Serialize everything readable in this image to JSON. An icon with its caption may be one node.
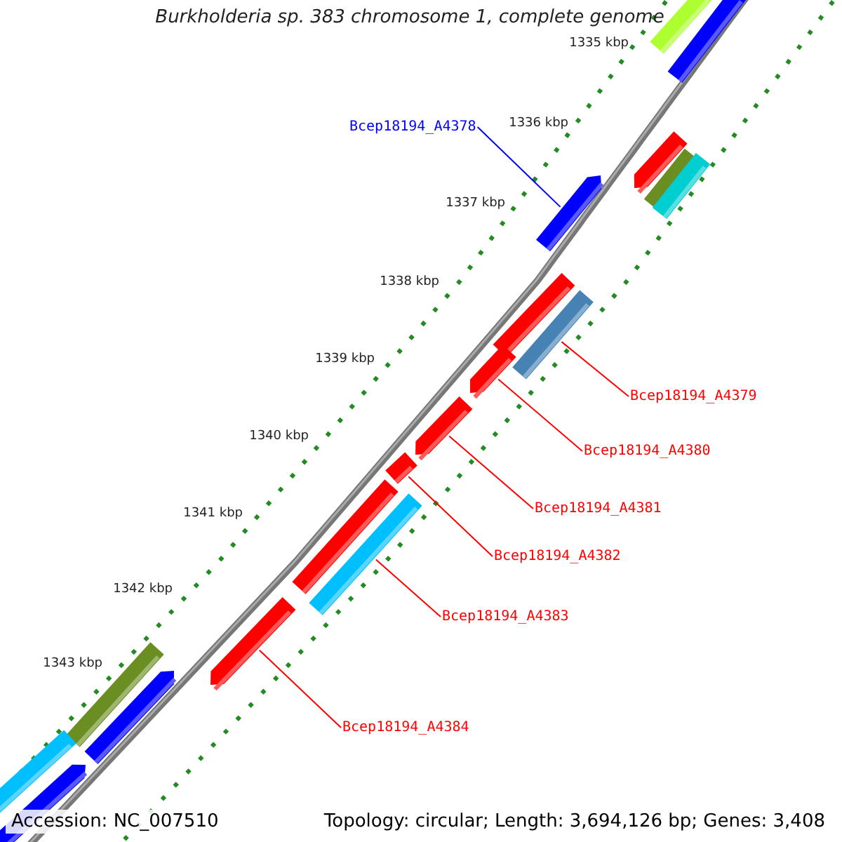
{
  "diagram": {
    "title": "Burkholderia sp. 383 chromosome 1, complete genome",
    "nodes": [
      {
        "text": [],
        "shape": "bar"
      },
      {
        "text": [],
        "shape": "bar"
      },
      {
        "text": [
          "Bcep18194_A4378"
        ]
      },
      {
        "text": [],
        "shape": "arrow"
      },
      {
        "text": [],
        "shape": "bar"
      },
      {
        "text": [],
        "shape": "bar"
      },
      {
        "text": [],
        "shape": "arrow"
      },
      {
        "text": [],
        "shape": "bar"
      },
      {
        "text": [],
        "shape": "bar"
      },
      {
        "text": [],
        "shape": "arrow"
      },
      {
        "text": [
          "Bcep18194_A4379"
        ]
      },
      {
        "text": [],
        "shape": "arrow"
      },
      {
        "text": [
          "Bcep18194_A4380"
        ]
      },
      {
        "text": [],
        "shape": "bar"
      },
      {
        "text": [],
        "shape": "bar"
      },
      {
        "text": [],
        "shape": "bar"
      },
      {
        "text": [
          "Bcep18194_A4381"
        ]
      },
      {
        "text": [
          "Bcep18194_A4382"
        ]
      },
      {
        "text": [],
        "shape": "arrow"
      },
      {
        "text": [
          "Bcep18194_A4383"
        ]
      },
      {
        "text": [],
        "shape": "bar"
      },
      {
        "text": [],
        "shape": "arrow"
      },
      {
        "text": [
          "Bcep18194_A4384"
        ]
      },
      {
        "text": [],
        "shape": "bar"
      },
      {
        "text": [],
        "shape": "arrow"
      }
    ],
    "edges": [
      {
        "from": 2,
        "to": 6,
        "arrow": "none",
        "color": "#0000ff"
      },
      {
        "from": 10,
        "to": 8,
        "arrow": "none"
      },
      {
        "from": 12,
        "to": 9,
        "arrow": "none"
      },
      {
        "from": 16,
        "to": 11,
        "arrow": "none"
      },
      {
        "from": 17,
        "to": 13,
        "arrow": "none"
      },
      {
        "from": 19,
        "to": 15,
        "arrow": "none"
      },
      {
        "from": 22,
        "to": 18,
        "arrow": "none"
      }
    ],
    "labels": [
      "1335 kbp",
      "1336 kbp",
      "1337 kbp",
      "1338 kbp",
      "1339 kbp",
      "1340 kbp",
      "1341 kbp",
      "1342 kbp",
      "1343 kbp",
      "Accession: NC_007510",
      "Topology: circular; Length: 3,694,126 bp; Genes: 3,408"
    ]
  }
}
